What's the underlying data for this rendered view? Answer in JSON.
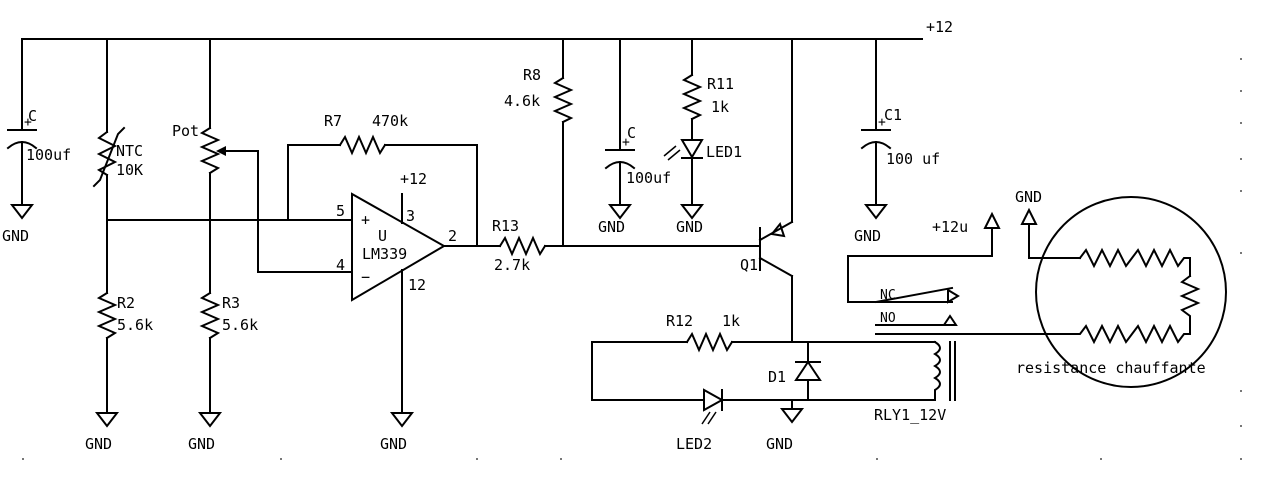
{
  "rail_label": "+12",
  "gnd_label": "GND",
  "components": {
    "c_left": {
      "ref": "C",
      "value": "100uf"
    },
    "ntc": {
      "ref": "NTC",
      "value": "10K"
    },
    "pot": {
      "ref": "Pot"
    },
    "r2": {
      "ref": "R2",
      "value": "5.6k"
    },
    "r3": {
      "ref": "R3",
      "value": "5.6k"
    },
    "r7": {
      "ref": "R7",
      "value": "470k"
    },
    "opamp": {
      "ref": "U",
      "part": "LM339",
      "pin_plus": "+",
      "pin_minus": "−",
      "pins": {
        "in_plus": "5",
        "in_minus": "4",
        "out": "2",
        "vcc": "3",
        "gnd": "12"
      },
      "vcc_label": "+12"
    },
    "r13": {
      "ref": "R13",
      "value": "2.7k"
    },
    "r8": {
      "ref": "R8",
      "value": "4.6k"
    },
    "c_mid": {
      "ref": "C",
      "value": "100uf"
    },
    "r11": {
      "ref": "R11",
      "value": "1k"
    },
    "led1": {
      "ref": "LED1"
    },
    "q1": {
      "ref": "Q1"
    },
    "c1": {
      "ref": "C1",
      "value": "100 uf"
    },
    "r12": {
      "ref": "R12",
      "value": "1k"
    },
    "d1": {
      "ref": "D1"
    },
    "led2": {
      "ref": "LED2"
    },
    "relay": {
      "ref": "RLY1_12V",
      "nc": "NC",
      "no": "NO"
    },
    "v12u": {
      "label": "+12u"
    },
    "heater": {
      "label": "resistance chauffante"
    }
  }
}
